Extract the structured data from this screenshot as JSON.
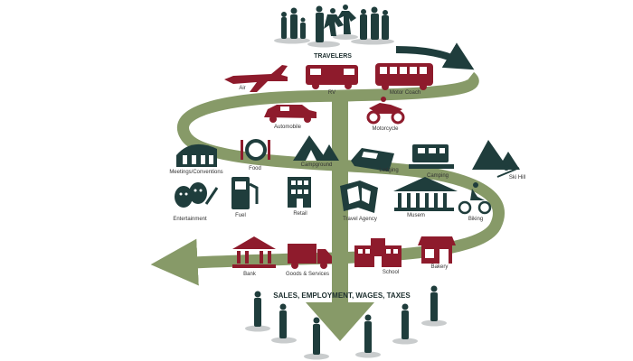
{
  "colors": {
    "green": "#879a68",
    "green_dark": "#6d8050",
    "maroon": "#8e1b2c",
    "teal": "#1f3d3c",
    "disc": "#c9cccd"
  },
  "headings": {
    "travelers": "TRAVELERS",
    "outcomes": "SALES, EMPLOYMENT, WAGES, TAXES"
  },
  "transport": [
    {
      "label": "Air",
      "icon": "airplane-icon"
    },
    {
      "label": "RV",
      "icon": "rv-icon"
    },
    {
      "label": "Motor Coach",
      "icon": "bus-icon"
    },
    {
      "label": "Automobile",
      "icon": "car-icon"
    },
    {
      "label": "Motorcycle",
      "icon": "motorcycle-icon"
    }
  ],
  "services": [
    {
      "label": "Meetings/Conventions",
      "icon": "convention-center-icon"
    },
    {
      "label": "Food",
      "icon": "plate-icon"
    },
    {
      "label": "Campground",
      "icon": "tent-icon"
    },
    {
      "label": "Lodging",
      "icon": "bed-icon"
    },
    {
      "label": "Camping",
      "icon": "camper-icon"
    },
    {
      "label": "Ski Hill",
      "icon": "skier-icon"
    },
    {
      "label": "Entertainment",
      "icon": "theater-masks-icon"
    },
    {
      "label": "Fuel",
      "icon": "fuel-pump-icon"
    },
    {
      "label": "Retail",
      "icon": "shop-building-icon"
    },
    {
      "label": "Travel Agency",
      "icon": "map-icon"
    },
    {
      "label": "Musem",
      "icon": "museum-icon"
    },
    {
      "label": "Biking",
      "icon": "cyclist-icon"
    },
    {
      "label": "Bank",
      "icon": "bank-icon"
    },
    {
      "label": "Goods & Services",
      "icon": "truck-icon"
    },
    {
      "label": "School",
      "icon": "school-icon"
    },
    {
      "label": "Bakery",
      "icon": "storefront-icon"
    }
  ]
}
